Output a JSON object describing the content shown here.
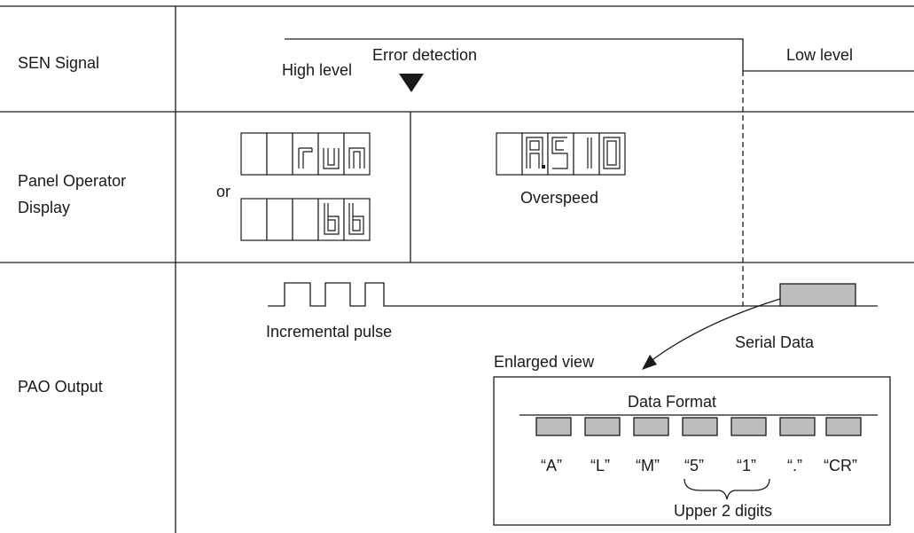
{
  "rows": {
    "sen": "SEN Signal",
    "panel": "Panel Operator\nDisplay",
    "pao": "PAO Output"
  },
  "sen_signal": {
    "high_label": "High level",
    "error_label": "Error detection",
    "low_label": "Low level"
  },
  "panel_display": {
    "or_label": "or",
    "display_top": [
      "",
      "",
      "r",
      "u",
      "n"
    ],
    "display_bottom": [
      "",
      "",
      "b",
      "b"
    ],
    "alarm_display": [
      "",
      "A.",
      "5",
      "1",
      "0"
    ],
    "alarm_caption": "Overspeed"
  },
  "pao_output": {
    "pulse_label": "Incremental pulse",
    "serial_label": "Serial Data",
    "enlarged_label": "Enlarged view",
    "format_title": "Data Format",
    "characters": [
      "“A”",
      "“L”",
      "“M”",
      "“5”",
      "“1”",
      "“.”",
      "“CR”"
    ],
    "brace_label": "Upper 2 digits"
  }
}
